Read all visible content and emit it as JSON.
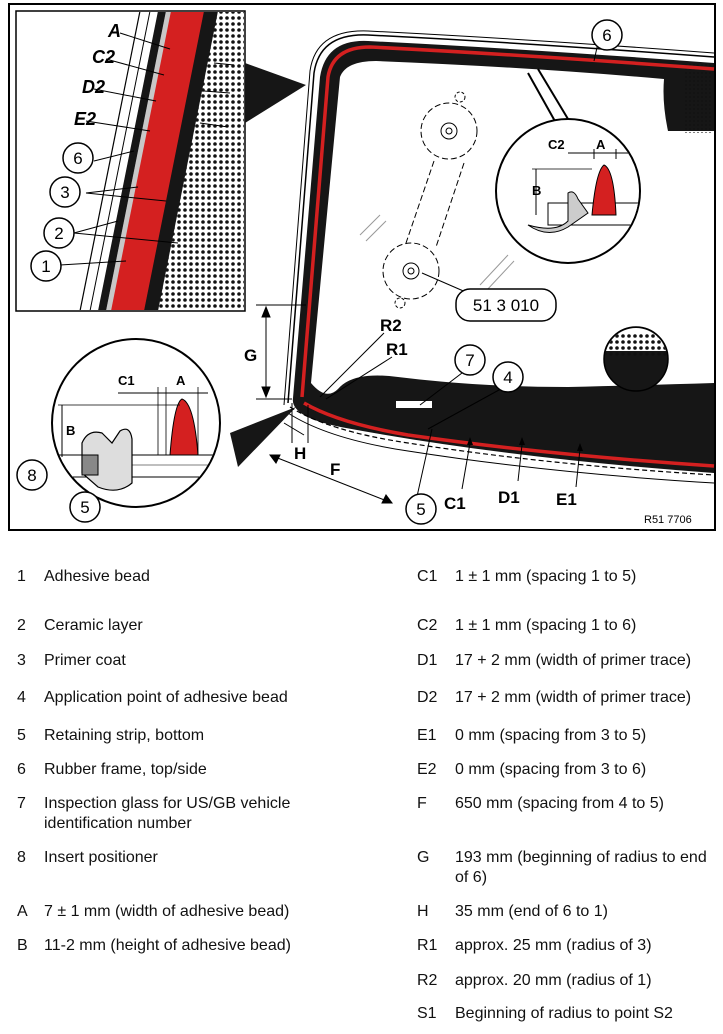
{
  "figure": {
    "callouts": {
      "n1": "1",
      "n2": "2",
      "n3": "3",
      "n4": "4",
      "n5a": "5",
      "n5b": "5",
      "n6a": "6",
      "n6b": "6",
      "n7": "7",
      "n8": "8"
    },
    "letters": {
      "A_top": "A",
      "C2_left": "C2",
      "D2_left": "D2",
      "E2_left": "E2",
      "C2_inset": "C2",
      "A_inset_right": "A",
      "B_inset_right": "B",
      "C1_inset": "C1",
      "A_inset_left": "A",
      "B_inset_left": "B",
      "G": "G",
      "H": "H",
      "F": "F",
      "R2": "R2",
      "R1": "R1",
      "C1": "C1",
      "D1": "D1",
      "E1": "E1"
    },
    "part_number": "51 3 010",
    "figure_code": "R51 7706"
  },
  "legend": {
    "left": [
      {
        "key": "1",
        "text": "Adhesive bead"
      },
      {
        "key": "2",
        "text": "Ceramic layer"
      },
      {
        "key": "3",
        "text": "Primer coat"
      },
      {
        "key": "4",
        "text": "Application point of adhesive bead"
      },
      {
        "key": "5",
        "text": "Retaining strip, bottom"
      },
      {
        "key": "6",
        "text": "Rubber frame, top/side"
      },
      {
        "key": "7",
        "text": "Inspection glass for US/GB vehicle identification number"
      },
      {
        "key": "8",
        "text": "Insert positioner"
      },
      {
        "key": "A",
        "text": "7 ± 1 mm (width of adhesive bead)"
      },
      {
        "key": "B",
        "text": "11-2 mm (height of adhesive bead)"
      }
    ],
    "right": [
      {
        "key": "C1",
        "text": "1 ± 1 mm (spacing 1 to 5)"
      },
      {
        "key": "C2",
        "text": "1 ± 1 mm (spacing 1 to 6)"
      },
      {
        "key": "D1",
        "text": "17 + 2 mm (width of primer trace)"
      },
      {
        "key": "D2",
        "text": "17 + 2 mm (width of primer trace)"
      },
      {
        "key": "E1",
        "text": "0 mm (spacing from 3 to 5)"
      },
      {
        "key": "E2",
        "text": "0 mm (spacing from 3 to 6)"
      },
      {
        "key": "F",
        "text": "650 mm (spacing from 4 to 5)"
      },
      {
        "key": "G",
        "text": "193 mm (beginning of radius to end of 6)"
      },
      {
        "key": "H",
        "text": "35 mm (end of 6 to 1)"
      },
      {
        "key": "R1",
        "text": "approx. 25 mm (radius of 3)"
      },
      {
        "key": "R2",
        "text": "approx. 20 mm (radius of 1)"
      },
      {
        "key": "S1",
        "text": "Beginning of radius to point S2"
      }
    ]
  },
  "colors": {
    "adhesive": "#d42020",
    "ceramic": "#1a1a1a",
    "primer": "#c8c8c8",
    "frame": "#000000"
  }
}
